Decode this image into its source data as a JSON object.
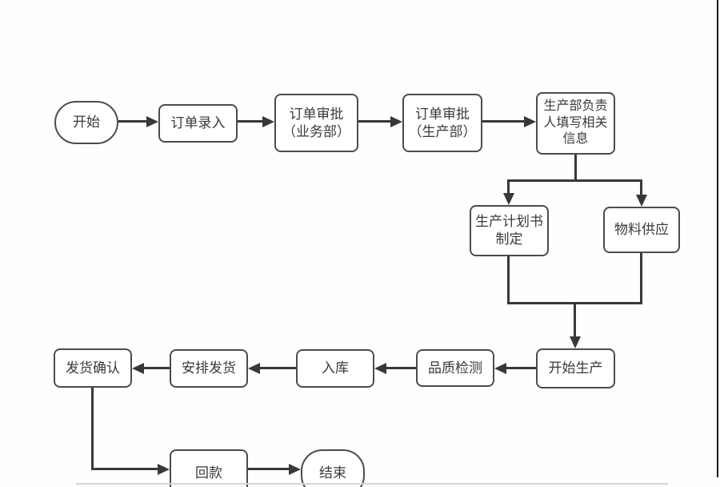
{
  "diagram": {
    "type": "flowchart",
    "colors": {
      "node_border": "#4c4c4c",
      "connector": "#383838",
      "text": "#3a3a3a",
      "background": "#ffffff"
    },
    "nodes": {
      "start": {
        "label": "开始",
        "shape": "terminator"
      },
      "order_entry": {
        "label": "订单录入",
        "shape": "process"
      },
      "approval_biz": {
        "label": "订单审批\n（业务部）",
        "shape": "process"
      },
      "approval_prod": {
        "label": "订单审批\n（生产部）",
        "shape": "process"
      },
      "info_fill": {
        "label": "生产部负责\n人填写相关\n信息",
        "shape": "process"
      },
      "plan": {
        "label": "生产计划书\n制定",
        "shape": "process"
      },
      "supply": {
        "label": "物料供应",
        "shape": "process"
      },
      "start_production": {
        "label": "开始生产",
        "shape": "process"
      },
      "quality": {
        "label": "品质检测",
        "shape": "process"
      },
      "warehouse": {
        "label": "入库",
        "shape": "process"
      },
      "arrange_ship": {
        "label": "安排发货",
        "shape": "process"
      },
      "ship_confirm": {
        "label": "发货确认",
        "shape": "process"
      },
      "payment": {
        "label": "回款",
        "shape": "process"
      },
      "end": {
        "label": "结束",
        "shape": "terminator"
      }
    },
    "edges": [
      {
        "from": "start",
        "to": "order_entry"
      },
      {
        "from": "order_entry",
        "to": "approval_biz"
      },
      {
        "from": "approval_biz",
        "to": "approval_prod"
      },
      {
        "from": "approval_prod",
        "to": "info_fill"
      },
      {
        "from": "info_fill",
        "to": "plan"
      },
      {
        "from": "info_fill",
        "to": "supply"
      },
      {
        "from": "plan",
        "to": "start_production"
      },
      {
        "from": "supply",
        "to": "start_production"
      },
      {
        "from": "start_production",
        "to": "quality"
      },
      {
        "from": "quality",
        "to": "warehouse"
      },
      {
        "from": "warehouse",
        "to": "arrange_ship"
      },
      {
        "from": "arrange_ship",
        "to": "ship_confirm"
      },
      {
        "from": "ship_confirm",
        "to": "payment"
      },
      {
        "from": "payment",
        "to": "end"
      }
    ]
  }
}
